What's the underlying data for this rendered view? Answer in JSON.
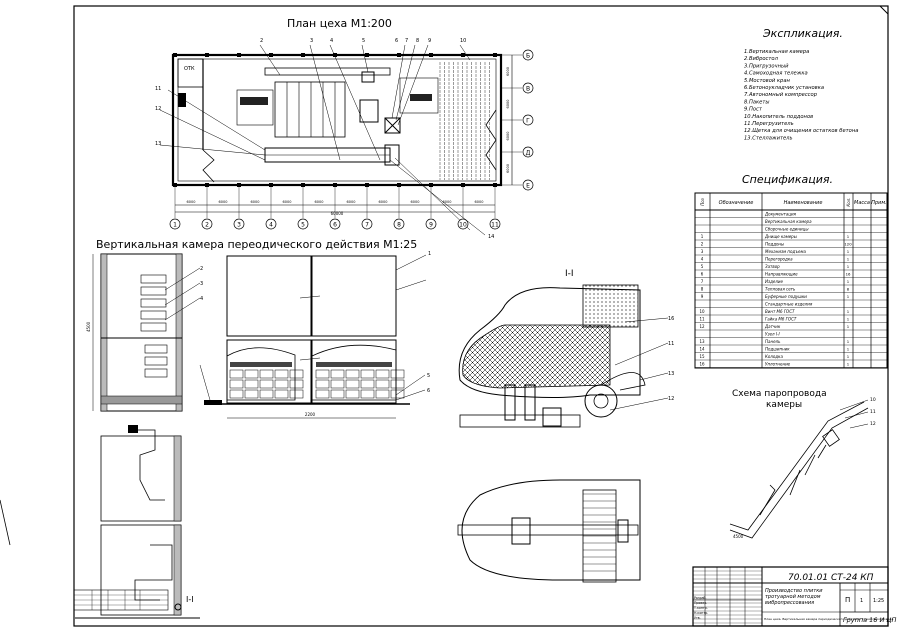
{
  "plan": {
    "title": "План цеха М1:200",
    "room_label": "ОТК",
    "axis_numbers": [
      "1",
      "2",
      "3",
      "4",
      "5",
      "6",
      "7",
      "8",
      "9",
      "10",
      "11"
    ],
    "axis_letters": [
      "Б",
      "В",
      "Г",
      "Д",
      "Е"
    ],
    "dim_small": "6000",
    "dim_total": "60000",
    "dim_side": [
      "6000",
      "6000",
      "6000",
      "6000"
    ],
    "callouts": [
      "2",
      "3",
      "4",
      "5",
      "6",
      "7",
      "8",
      "9",
      "10",
      "11",
      "12",
      "13",
      "14"
    ]
  },
  "chamber": {
    "title": "Вертикальная камера переодического действия М1:25",
    "dim_a": "4500",
    "dim_b": "2200",
    "callouts": [
      "1",
      "2",
      "3",
      "4",
      "5",
      "6"
    ]
  },
  "section": {
    "title": "I-I",
    "mark": "I-I",
    "callouts": [
      "16",
      "11",
      "13",
      "12"
    ]
  },
  "explication": {
    "title": "Экспликация.",
    "items": [
      "1.Вертикальная камера",
      "2.Вибростол",
      "3.Пригрузочный",
      "4.Самоходная тележка",
      "5.Мостовой кран",
      "6.Бетоноукладчик установка",
      "7.Автономный компрессор",
      "8.Пакеты",
      "9.Пост",
      "10.Накопитель поддонов",
      "11.Перегрузитель",
      "12.Щетка для очищения остатков бетона",
      "13.Стеллажитель"
    ]
  },
  "specification": {
    "title": "Спецификация.",
    "headers": [
      "Поз",
      "Обозначение",
      "Наименование",
      "Кол.",
      "Масса",
      "Прим."
    ],
    "rows": [
      {
        "pos": "",
        "name": "Документация"
      },
      {
        "pos": "",
        "name": "Вертикальная камера"
      },
      {
        "pos": "",
        "name": "Сборочные единицы"
      },
      {
        "pos": "1",
        "name": "Днище камеры",
        "qty": "1"
      },
      {
        "pos": "2",
        "name": "Поддоны",
        "qty": "120"
      },
      {
        "pos": "3",
        "name": "Механизм подъема",
        "qty": "1"
      },
      {
        "pos": "4",
        "name": "Перегородка",
        "qty": "1"
      },
      {
        "pos": "5",
        "name": "Затвор",
        "qty": "1"
      },
      {
        "pos": "6",
        "name": "Направляющие",
        "qty": "16"
      },
      {
        "pos": "7",
        "name": "Изделие",
        "qty": "1"
      },
      {
        "pos": "8",
        "name": "Тепловая сеть",
        "qty": "8"
      },
      {
        "pos": "9",
        "name": "Буферные подушки",
        "qty": "1"
      },
      {
        "pos": "",
        "name": "Стандартные изделия"
      },
      {
        "pos": "10",
        "name": "Винт М6 ГОСТ",
        "qty": "1"
      },
      {
        "pos": "11",
        "name": "Гайка М6 ГОСТ",
        "qty": "1"
      },
      {
        "pos": "12",
        "name": "Датчик",
        "qty": "1"
      },
      {
        "pos": "",
        "name": "Узел I-I"
      },
      {
        "pos": "13",
        "name": "Панель",
        "qty": "1"
      },
      {
        "pos": "14",
        "name": "Подшипник",
        "qty": "1"
      },
      {
        "pos": "15",
        "name": "Колодка",
        "qty": "1"
      },
      {
        "pos": "16",
        "name": "Уплотнение",
        "qty": "1"
      }
    ]
  },
  "steam_scheme": {
    "title_line1": "Схема паропровода",
    "title_line2": "камеры",
    "callouts": [
      "10",
      "11",
      "12"
    ],
    "dim": "4500"
  },
  "stamp": {
    "code": "70.01.01 СТ-24 КП",
    "title_lines": [
      "Производство плитки",
      "тротуарной методом",
      "вибропрессования"
    ],
    "stage": "П",
    "sheet": "1",
    "sheets": "1",
    "mass": "1:25",
    "org": "Группа 16 И ЦП",
    "left_rows": [
      "Разраб.",
      "Провер.",
      "Т.контр.",
      "Н.контр.",
      "Утв."
    ],
    "note": "План цеха. Вертикальная камера периодического действия. Схема паропровода."
  }
}
